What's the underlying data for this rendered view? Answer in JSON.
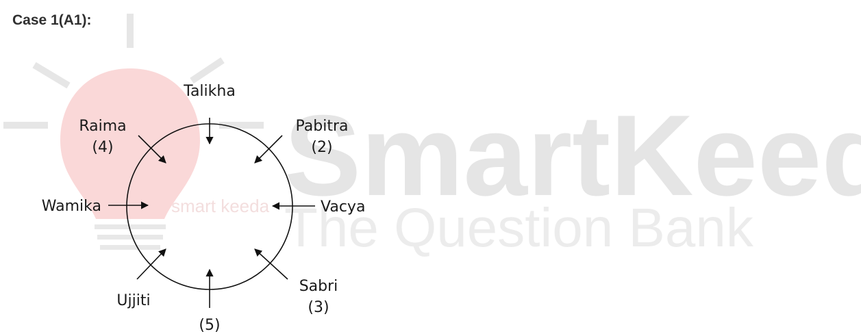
{
  "case_title": "Case 1(A1):",
  "watermark": {
    "brand": "SmartKeeda",
    "tagline": "The Question Bank",
    "logo_small": "smart keeda"
  },
  "diagram": {
    "type": "circular-seating-arrangement",
    "seats": [
      {
        "id": "top",
        "name": "Talikha",
        "number": ""
      },
      {
        "id": "top-right",
        "name": "Pabitra",
        "number": "(2)"
      },
      {
        "id": "right",
        "name": "Vacya",
        "number": ""
      },
      {
        "id": "bottom-right",
        "name": "Sabri",
        "number": "(3)"
      },
      {
        "id": "bottom",
        "name": "",
        "number": "(5)"
      },
      {
        "id": "bottom-left",
        "name": "Ujjiti",
        "number": ""
      },
      {
        "id": "left",
        "name": "Wamika",
        "number": ""
      },
      {
        "id": "top-left",
        "name": "Raima",
        "number": "(4)"
      }
    ]
  }
}
